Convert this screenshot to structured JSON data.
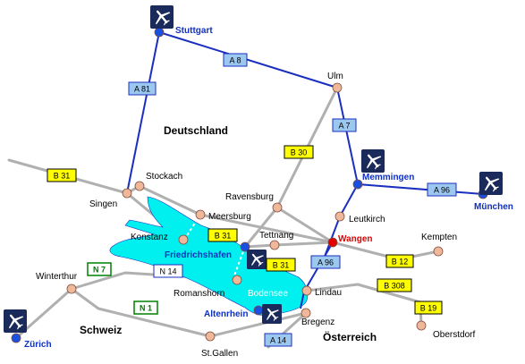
{
  "colors": {
    "lake": "#00f0f0",
    "autobahn": "#1a2fbf",
    "road": "#b0b0b0",
    "town_dot": "#f0b89a",
    "city_dot": "#1a4fdf",
    "highlight_dot": "#e00000",
    "airport_tile": "#1a2a5a",
    "shield_a": "#9cc8f0",
    "shield_b": "#ffff00",
    "shield_n_border": "#008000"
  },
  "countries": [
    {
      "id": "de",
      "name": "Deutschland"
    },
    {
      "id": "ch",
      "name": "Schweiz"
    },
    {
      "id": "at",
      "name": "Österreich"
    }
  ],
  "lake": {
    "name": "Bodensee"
  },
  "places": [
    {
      "id": "stuttgart",
      "name": "Stuttgart",
      "type": "city"
    },
    {
      "id": "ulm",
      "name": "Ulm",
      "type": "town"
    },
    {
      "id": "memmingen",
      "name": "Memmingen",
      "type": "city"
    },
    {
      "id": "muenchen",
      "name": "München",
      "type": "city"
    },
    {
      "id": "stockach",
      "name": "Stockach",
      "type": "town"
    },
    {
      "id": "singen",
      "name": "Singen",
      "type": "town"
    },
    {
      "id": "ravensburg",
      "name": "Ravensburg",
      "type": "town"
    },
    {
      "id": "meersburg",
      "name": "Meersburg",
      "type": "town"
    },
    {
      "id": "leutkirch",
      "name": "Leutkirch",
      "type": "town"
    },
    {
      "id": "konstanz",
      "name": "Konstanz",
      "type": "town"
    },
    {
      "id": "friedrichshafen",
      "name": "Friedrichshafen",
      "type": "city"
    },
    {
      "id": "tettnang",
      "name": "Tettnang",
      "type": "town"
    },
    {
      "id": "wangen",
      "name": "Wangen",
      "type": "highlight"
    },
    {
      "id": "kempten",
      "name": "Kempten",
      "type": "town"
    },
    {
      "id": "winterthur",
      "name": "Winterthur",
      "type": "town"
    },
    {
      "id": "romanshorn",
      "name": "Romanshorn",
      "type": "town"
    },
    {
      "id": "lindau",
      "name": "Lindau",
      "type": "town"
    },
    {
      "id": "altenrhein",
      "name": "Altenrhein",
      "type": "city"
    },
    {
      "id": "bregenz",
      "name": "Bregenz",
      "type": "town"
    },
    {
      "id": "zuerich",
      "name": "Zürich",
      "type": "city"
    },
    {
      "id": "stgallen",
      "name": "St.Gallen",
      "type": "town"
    },
    {
      "id": "oberstdorf",
      "name": "Oberstdorf",
      "type": "town"
    }
  ],
  "shields": [
    {
      "id": "a8",
      "label": "A 8",
      "kind": "A"
    },
    {
      "id": "a81",
      "label": "A 81",
      "kind": "A"
    },
    {
      "id": "a7",
      "label": "A 7",
      "kind": "A"
    },
    {
      "id": "a96-east",
      "label": "A 96",
      "kind": "A"
    },
    {
      "id": "a96-south",
      "label": "A 96",
      "kind": "A"
    },
    {
      "id": "a14",
      "label": "A 14",
      "kind": "A"
    },
    {
      "id": "b30",
      "label": "B 30",
      "kind": "B"
    },
    {
      "id": "b31-west",
      "label": "B 31",
      "kind": "B"
    },
    {
      "id": "b31-meersburg",
      "label": "B 31",
      "kind": "B"
    },
    {
      "id": "b31-fn",
      "label": "B 31",
      "kind": "B"
    },
    {
      "id": "b12",
      "label": "B 12",
      "kind": "B"
    },
    {
      "id": "b308",
      "label": "B 308",
      "kind": "B"
    },
    {
      "id": "b19",
      "label": "B 19",
      "kind": "B"
    },
    {
      "id": "n7",
      "label": "N 7",
      "kind": "N"
    },
    {
      "id": "n1",
      "label": "N 1",
      "kind": "N"
    },
    {
      "id": "ch14",
      "label": "N 14",
      "kind": "CH"
    }
  ],
  "airports": [
    {
      "id": "stuttgart",
      "icon": "airplane-icon"
    },
    {
      "id": "memmingen",
      "icon": "airplane-icon"
    },
    {
      "id": "muenchen",
      "icon": "airplane-icon"
    },
    {
      "id": "friedrichshafen",
      "icon": "airplane-icon"
    },
    {
      "id": "altenrhein",
      "icon": "airplane-icon"
    },
    {
      "id": "zuerich",
      "icon": "airplane-icon"
    }
  ]
}
